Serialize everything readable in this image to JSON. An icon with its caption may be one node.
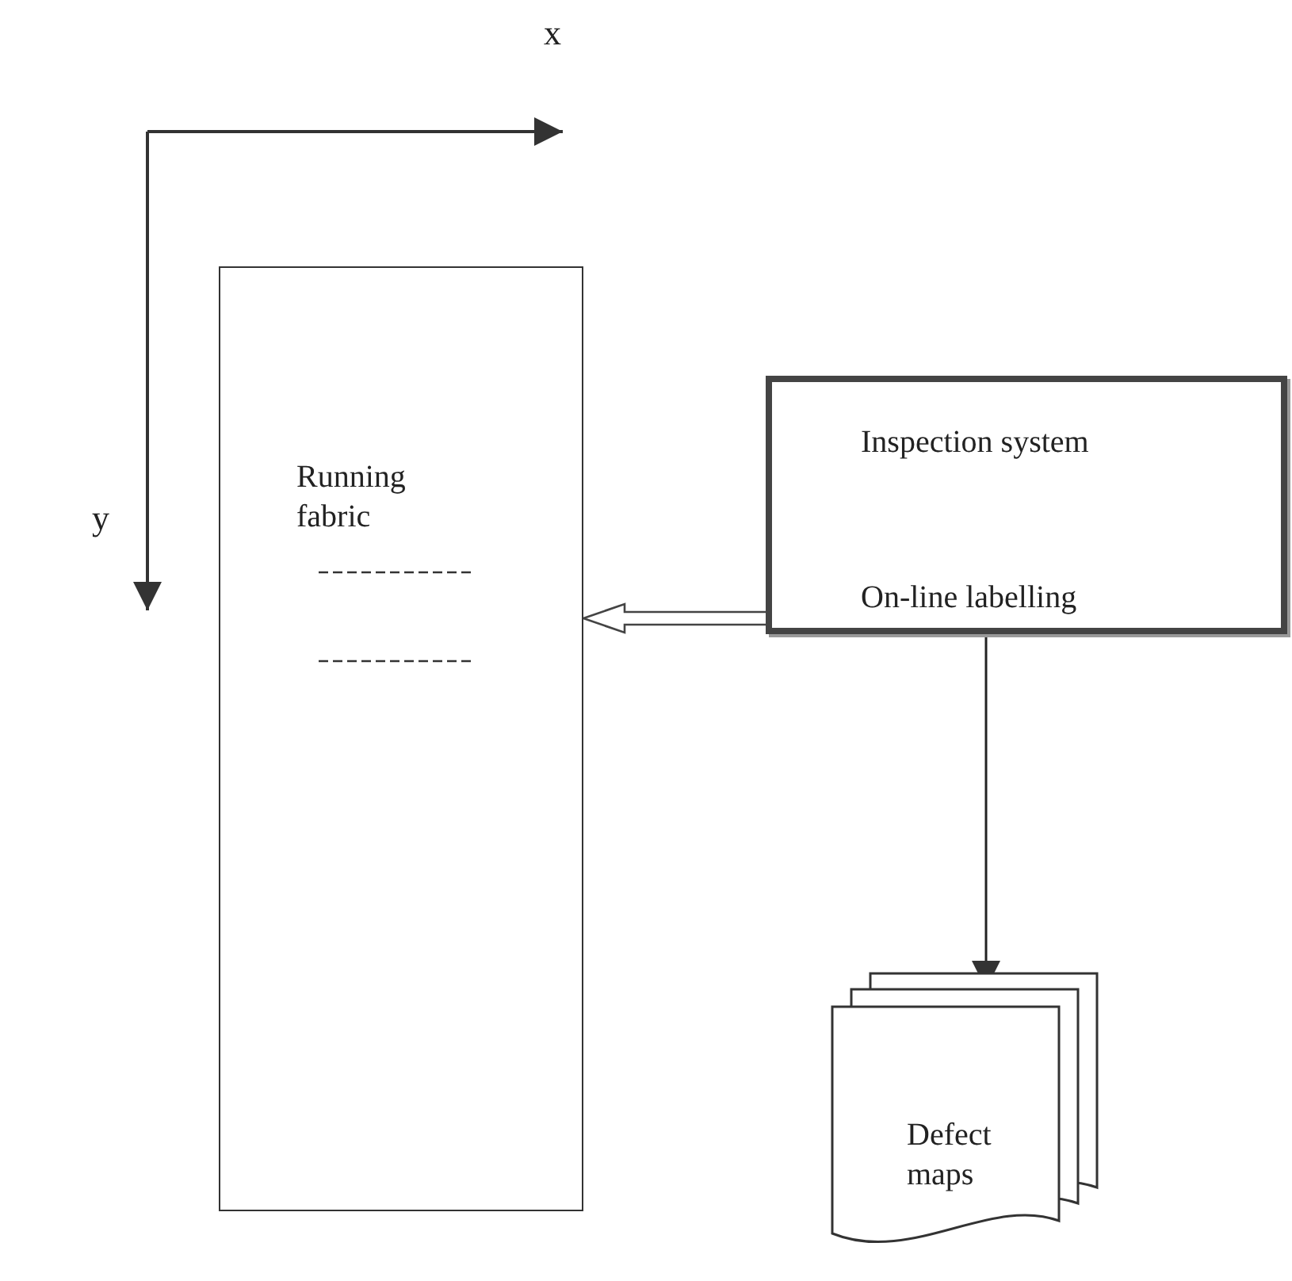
{
  "diagram": {
    "nodes": [
      {
        "text": [
          "Running fabric"
        ]
      },
      {
        "text": [
          "Inspection system",
          "On-line labelling"
        ]
      },
      {
        "text": [
          "Defect maps"
        ]
      }
    ],
    "edges": [
      {
        "from": 1,
        "to": 0,
        "arrow": "to",
        "style": "thick"
      },
      {
        "from": 1,
        "to": 2,
        "arrow": "to"
      }
    ],
    "labels": [
      "x",
      "y"
    ]
  }
}
